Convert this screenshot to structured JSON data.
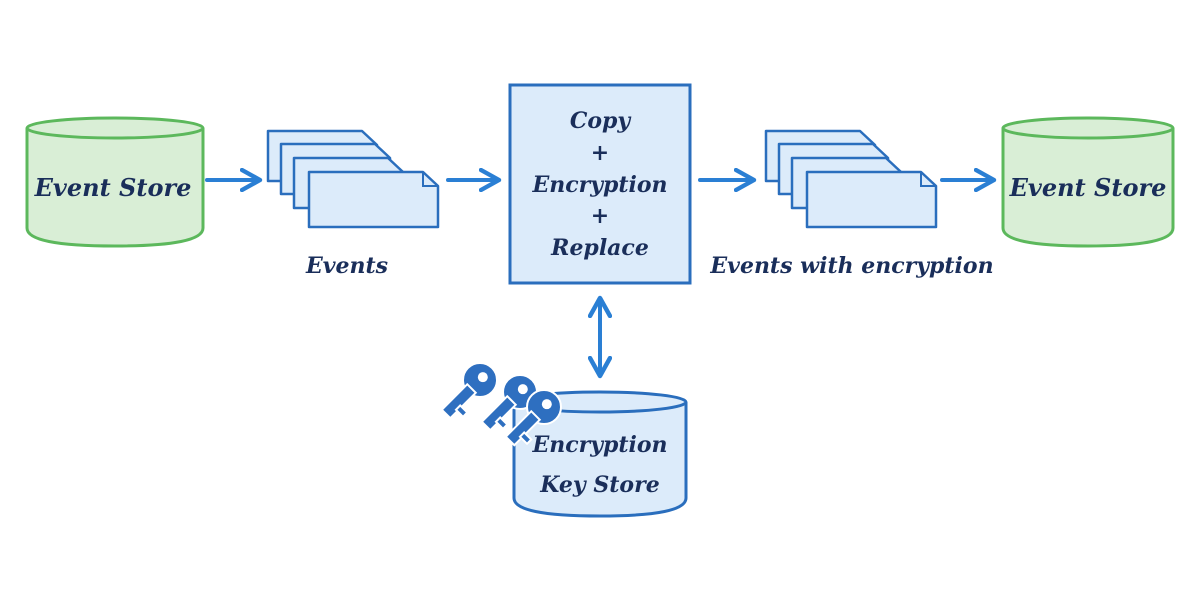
{
  "colors": {
    "green_fill": "#d9eed6",
    "green_stroke": "#5cb85c",
    "blue_fill": "#dcebfa",
    "blue_stroke": "#2a6ebd",
    "arrow": "#2a7fd4",
    "text": "#1a2e5a",
    "key_fill": "#2e6fc0"
  },
  "nodes": {
    "source_store": {
      "label": "Event Store",
      "shape": "cylinder"
    },
    "events": {
      "label": "Events",
      "shape": "document-stack"
    },
    "process": {
      "lines": [
        "Copy",
        "+",
        "Encryption",
        "+",
        "Replace"
      ],
      "shape": "rectangle"
    },
    "encrypted_events": {
      "label": "Events with encryption",
      "shape": "document-stack"
    },
    "target_store": {
      "label": "Event Store",
      "shape": "cylinder"
    },
    "key_store": {
      "lines": [
        "Encryption",
        "Key Store"
      ],
      "shape": "cylinder",
      "icon": "keys-icon"
    }
  },
  "edges": [
    {
      "from": "source_store",
      "to": "events",
      "direction": "forward"
    },
    {
      "from": "events",
      "to": "process",
      "direction": "forward"
    },
    {
      "from": "process",
      "to": "encrypted_events",
      "direction": "forward"
    },
    {
      "from": "encrypted_events",
      "to": "target_store",
      "direction": "forward"
    },
    {
      "from": "process",
      "to": "key_store",
      "direction": "bidirectional"
    }
  ]
}
